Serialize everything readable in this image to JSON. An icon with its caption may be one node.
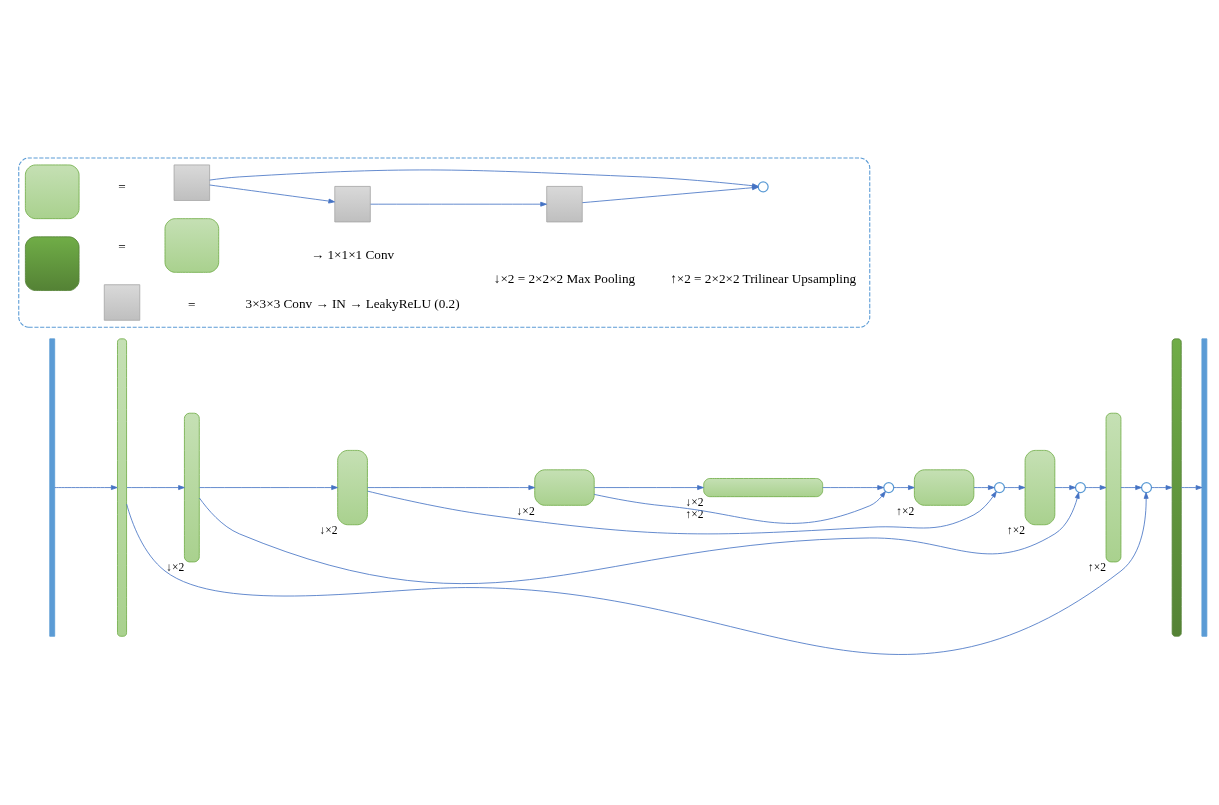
{
  "diagram": {
    "nodes": [
      {
        "text": [],
        "shape": "bar"
      },
      {
        "text": [],
        "shape": "box"
      },
      {
        "text": [],
        "shape": "box",
        "beside": [
          "↓×2"
        ]
      },
      {
        "text": [],
        "shape": "box",
        "beside": [
          "↓×2"
        ]
      },
      {
        "text": [],
        "shape": "box",
        "beside": [
          "↓×2"
        ]
      },
      {
        "text": [],
        "shape": "box",
        "beside": [
          "↓×2",
          "↑×2"
        ]
      },
      {
        "text": [],
        "shape": "circle"
      },
      {
        "text": [],
        "shape": "box",
        "beside": [
          "↑×2"
        ]
      },
      {
        "text": [],
        "shape": "circle"
      },
      {
        "text": [],
        "shape": "box",
        "beside": [
          "↑×2"
        ]
      },
      {
        "text": [],
        "shape": "circle"
      },
      {
        "text": [],
        "shape": "box",
        "beside": [
          "↑×2"
        ]
      },
      {
        "text": [],
        "shape": "circle"
      },
      {
        "text": [],
        "shape": "box"
      },
      {
        "text": [],
        "shape": "bar"
      },
      {
        "text": [],
        "shape": "box"
      },
      {
        "text": [],
        "shape": "box",
        "in": 15
      },
      {
        "text": [],
        "shape": "box",
        "in": 15
      },
      {
        "text": [],
        "shape": "box",
        "in": 15
      },
      {
        "text": [],
        "shape": "box",
        "in": 15
      },
      {
        "text": [],
        "shape": "circle",
        "in": 15
      },
      {
        "text": [],
        "shape": "box",
        "in": 15
      },
      {
        "text": [],
        "shape": "box",
        "in": 15
      },
      {
        "text": [],
        "shape": "box",
        "in": 15
      }
    ],
    "edges": [
      {
        "from": 0,
        "to": 1,
        "arrow": "to"
      },
      {
        "from": 1,
        "to": 2,
        "arrow": "to"
      },
      {
        "from": 2,
        "to": 3,
        "arrow": "to"
      },
      {
        "from": 3,
        "to": 4,
        "arrow": "to"
      },
      {
        "from": 4,
        "to": 5,
        "arrow": "to"
      },
      {
        "from": 5,
        "to": 6,
        "arrow": "to"
      },
      {
        "from": 6,
        "to": 7,
        "arrow": "to"
      },
      {
        "from": 7,
        "to": 8,
        "arrow": "to"
      },
      {
        "from": 8,
        "to": 9,
        "arrow": "to"
      },
      {
        "from": 9,
        "to": 10,
        "arrow": "to"
      },
      {
        "from": 10,
        "to": 11,
        "arrow": "to"
      },
      {
        "from": 11,
        "to": 12,
        "arrow": "to"
      },
      {
        "from": 12,
        "to": 13,
        "arrow": "to"
      },
      {
        "from": 13,
        "to": 14,
        "arrow": "to"
      },
      {
        "from": 1,
        "to": 12,
        "arrow": "to"
      },
      {
        "from": 2,
        "to": 10,
        "arrow": "to"
      },
      {
        "from": 3,
        "to": 8,
        "arrow": "to"
      },
      {
        "from": 4,
        "to": 6,
        "arrow": "to"
      },
      {
        "from": 17,
        "to": 18,
        "arrow": "to"
      },
      {
        "from": 18,
        "to": 19,
        "arrow": "to"
      },
      {
        "from": 19,
        "to": 20,
        "arrow": "to"
      },
      {
        "from": 17,
        "to": 20,
        "arrow": "to"
      }
    ],
    "labels": [
      "=",
      "=",
      "→ 1×1×1 Conv",
      "=",
      "3×3×3 Conv → IN → LeakyReLU (0.2)",
      "↓×2 = 2×2×2 Max Pooling",
      "↑×2 = 2×2×2 Trilinear Upsampling"
    ]
  }
}
